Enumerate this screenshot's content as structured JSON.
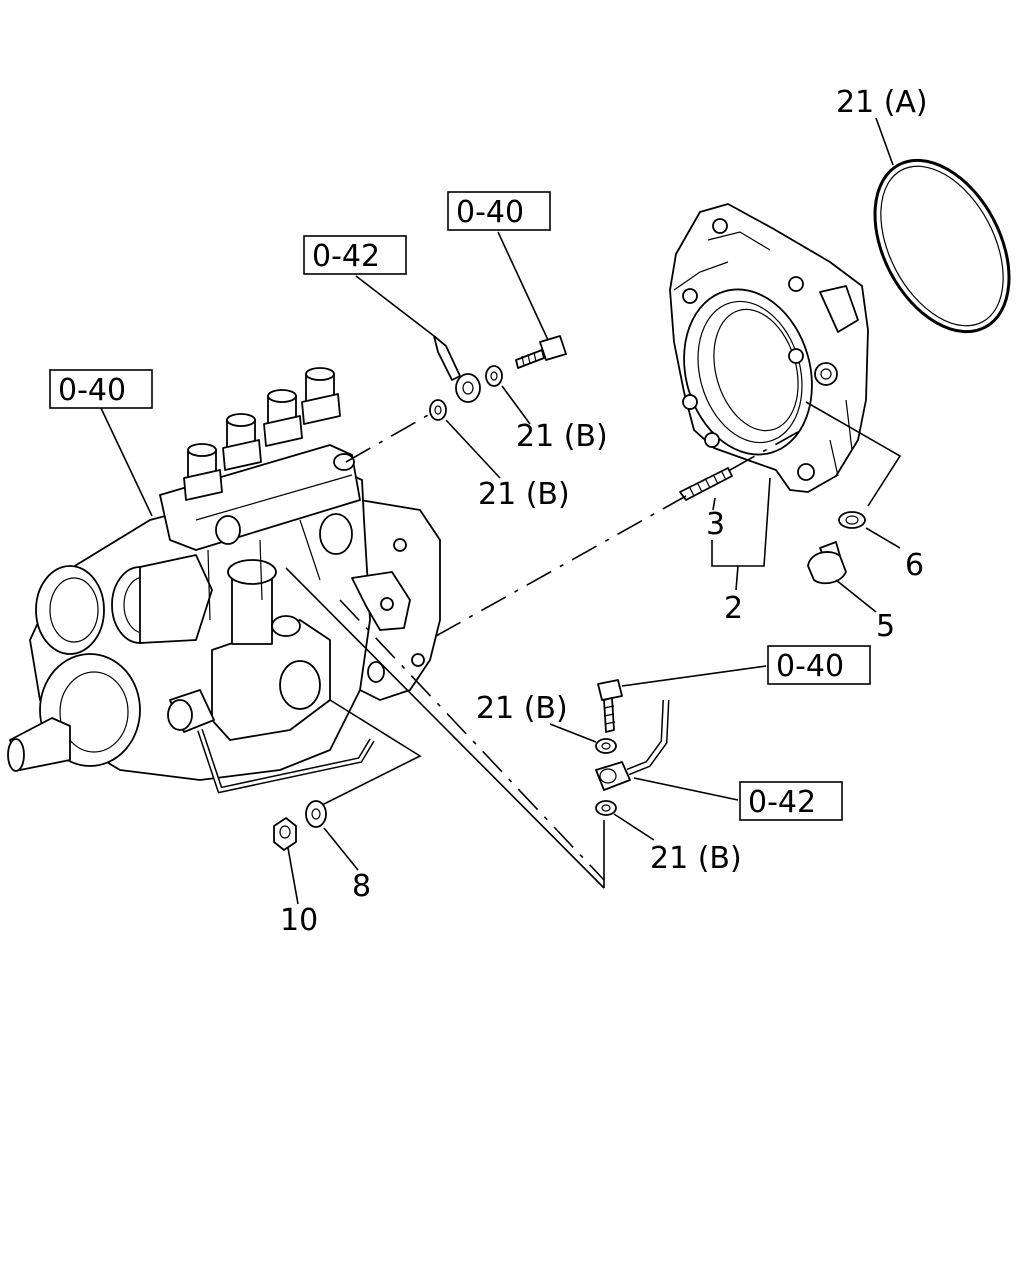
{
  "diagram": {
    "reference_boxes": [
      "0-40",
      "0-42",
      "0-40",
      "0-40",
      "0-42"
    ],
    "part_labels": {
      "oring": "21 (A)",
      "washer_upper_right": "21 (B)",
      "washer_upper_left": "21 (B)",
      "washer_lower_left": "21 (B)",
      "washer_lower_bottom": "21 (B)",
      "stud": "3",
      "housing": "2",
      "plug": "5",
      "gasket": "6",
      "washer_8": "8",
      "nut_10": "10"
    }
  }
}
